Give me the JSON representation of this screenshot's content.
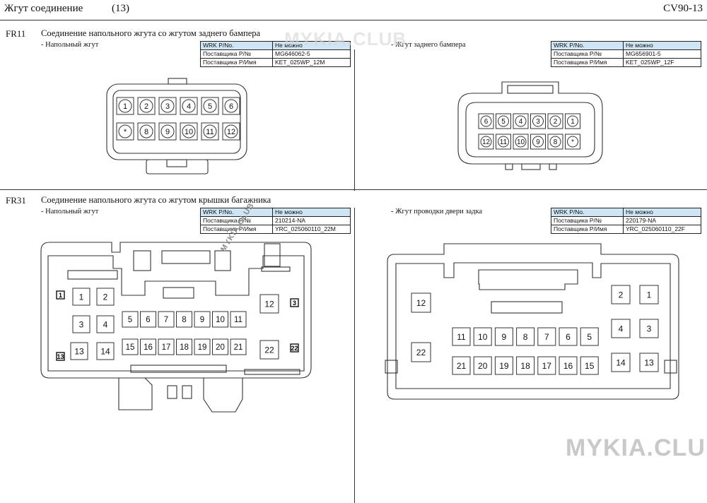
{
  "header": {
    "title": "Жгут соединение",
    "number": "(13)",
    "code": "CV90-13"
  },
  "info_labels": {
    "wrk": "WRK P/No.",
    "supplier_pn": "Поставщика P/№",
    "supplier_name": "Поставщика P/Имя"
  },
  "sections": {
    "fr11": {
      "code": "FR11",
      "title": "Соединение напольного жгута со жгутом заднего бампера",
      "left": {
        "subtitle": "- Напольный жгут",
        "wrk_value": "Не можно",
        "pn": "MG646062-5",
        "name": "KET_025WP_12M"
      },
      "right": {
        "subtitle": "- Жгут заднего бампера",
        "wrk_value": "Не можно",
        "pn": "MG656901-5",
        "name": "KET_025WP_12F"
      }
    },
    "fr31": {
      "code": "FR31",
      "title": "Соединение напольного жгута со жгутом крышки багажника",
      "left": {
        "subtitle": "- Напольный жгут",
        "wrk_value": "Не можно",
        "pn": "210214-NA",
        "name": "YRC_025060110_22M"
      },
      "right": {
        "subtitle": "- Жгут проводки двери задка",
        "wrk_value": "Не можно",
        "pn": "220179-NA",
        "name": "YRC_025060110_22F"
      }
    }
  },
  "pins": {
    "fr11_male": {
      "row1": [
        "1",
        "2",
        "3",
        "4",
        "5",
        "6"
      ],
      "row2": [
        "*",
        "8",
        "9",
        "10",
        "11",
        "12"
      ]
    },
    "fr11_female": {
      "row1": [
        "6",
        "5",
        "4",
        "3",
        "2",
        "1"
      ],
      "row2": [
        "12",
        "11",
        "10",
        "9",
        "8",
        "*"
      ]
    },
    "fr31_male": {
      "group_a": [
        "1",
        "2",
        "3",
        "4",
        "13",
        "14"
      ],
      "row_mid": [
        "5",
        "6",
        "7",
        "8",
        "9",
        "10",
        "11"
      ],
      "row_low": [
        "15",
        "16",
        "17",
        "18",
        "19",
        "20",
        "21"
      ],
      "right_a": [
        "12",
        "22"
      ],
      "corner_marks": [
        "1",
        "3",
        "13",
        "22"
      ]
    },
    "fr31_female": {
      "left_a": [
        "12",
        "22"
      ],
      "row_mid": [
        "11",
        "10",
        "9",
        "8",
        "7",
        "6",
        "5"
      ],
      "row_low": [
        "21",
        "20",
        "19",
        "18",
        "17",
        "16",
        "15"
      ],
      "group_b": [
        "2",
        "1",
        "4",
        "3",
        "14",
        "13"
      ]
    }
  },
  "watermark": {
    "text": "MYKIA.CLUB"
  }
}
